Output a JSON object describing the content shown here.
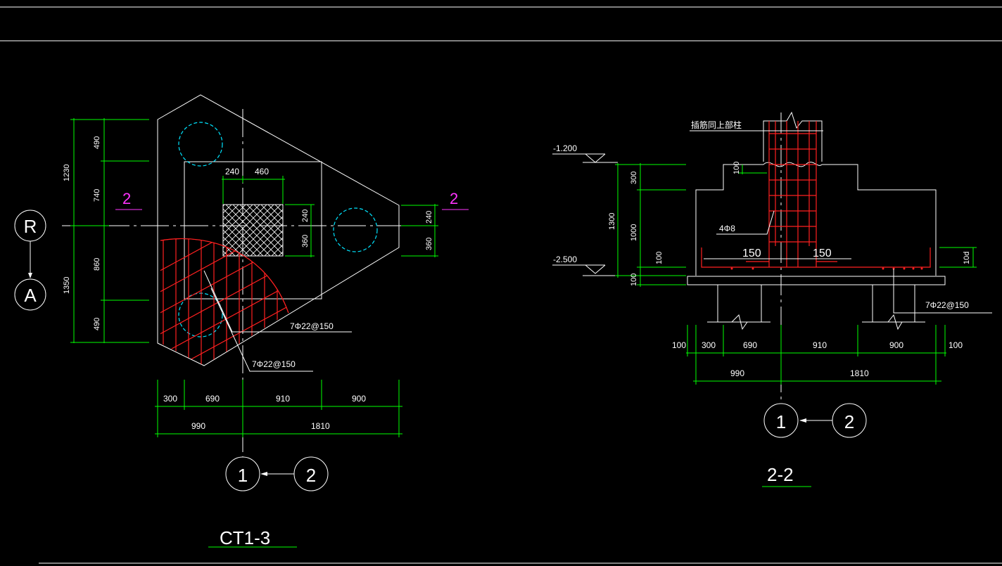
{
  "plan": {
    "dims_left": [
      "1230",
      "490",
      "740",
      "860",
      "1350",
      "490"
    ],
    "dims_top": [
      "240",
      "460"
    ],
    "dims_inner": [
      "240",
      "360"
    ],
    "dims_right": [
      "240",
      "360"
    ],
    "dims_bottom_row1": [
      "300",
      "690",
      "910",
      "900"
    ],
    "dims_bottom_row2": [
      "990",
      "1810"
    ],
    "rebar_1": "7Φ22@150",
    "rebar_2": "7Φ22@150",
    "section_mark_left": "2",
    "section_mark_right": "2",
    "axis_r": "R",
    "axis_a": "A",
    "axis_1": "1",
    "axis_2": "2",
    "title": "CT1-3"
  },
  "section": {
    "column_note": "插筋同上部柱",
    "elev_top": "-1.200",
    "elev_bottom": "-2.500",
    "dims_left": [
      "300",
      "1300",
      "1000",
      "100",
      "100"
    ],
    "dim_100_top": "100",
    "stirrup": "4Φ8",
    "cover_left": "150",
    "cover_right": "150",
    "dim_10d": "10d",
    "rebar": "7Φ22@150",
    "dims_bottom_row1": [
      "100",
      "300",
      "690",
      "910",
      "900",
      "100"
    ],
    "dims_bottom_row2": [
      "990",
      "1810"
    ],
    "axis_1": "1",
    "axis_2": "2",
    "title": "2-2"
  }
}
